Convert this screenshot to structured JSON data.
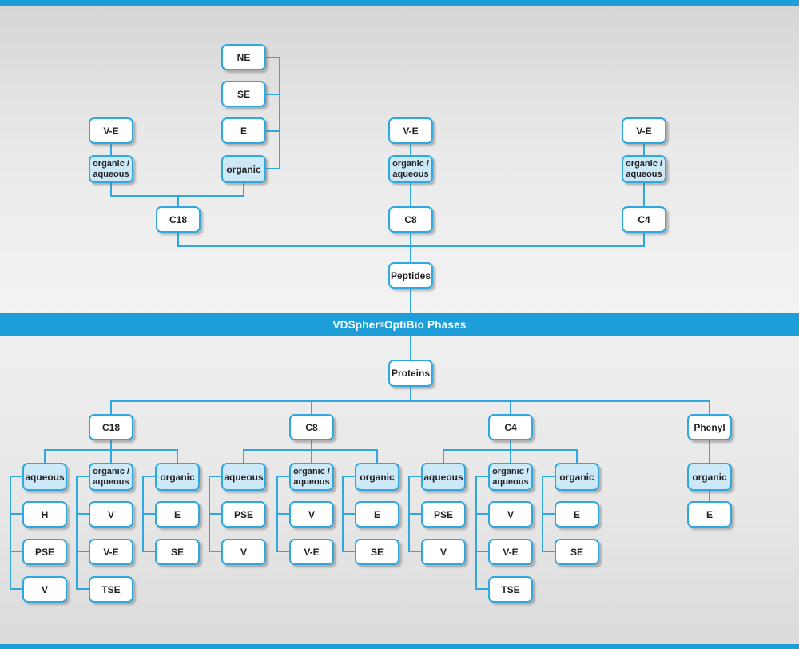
{
  "banner": {
    "brand": "VDSpher",
    "reg": "®",
    "rest": " OptiBio Phases",
    "color": "#1e9ed9"
  },
  "colors": {
    "line_blue": "#2fa8e0",
    "banner_blue": "#1e9ed9",
    "category_fill": "#cde9f8",
    "node_fill": "#ffffff",
    "text": "#231f20"
  },
  "top": {
    "peptides": "Peptides",
    "columns": {
      "c18": {
        "label": "C18",
        "ve": "V-E",
        "orgaq": "organic /\naqueous",
        "organic": "organic",
        "organic_sub": [
          "NE",
          "SE",
          "E"
        ]
      },
      "c8": {
        "label": "C8",
        "ve": "V-E",
        "orgaq": "organic /\naqueous"
      },
      "c4": {
        "label": "C4",
        "ve": "V-E",
        "orgaq": "organic /\naqueous"
      }
    }
  },
  "bottom": {
    "root": "Proteins",
    "branches": [
      {
        "label": "C18",
        "groups": [
          {
            "mode": "aqueous",
            "leaves": [
              "H",
              "PSE",
              "V"
            ]
          },
          {
            "mode": "organic /\naqueous",
            "leaves": [
              "V",
              "V-E",
              "TSE"
            ]
          },
          {
            "mode": "organic",
            "leaves": [
              "E",
              "SE"
            ]
          }
        ]
      },
      {
        "label": "C8",
        "groups": [
          {
            "mode": "aqueous",
            "leaves": [
              "PSE",
              "V"
            ]
          },
          {
            "mode": "organic /\naqueous",
            "leaves": [
              "V",
              "V-E"
            ]
          },
          {
            "mode": "organic",
            "leaves": [
              "E",
              "SE"
            ]
          }
        ]
      },
      {
        "label": "C4",
        "groups": [
          {
            "mode": "aqueous",
            "leaves": [
              "PSE",
              "V"
            ]
          },
          {
            "mode": "organic /\naqueous",
            "leaves": [
              "V",
              "V-E",
              "TSE"
            ]
          },
          {
            "mode": "organic",
            "leaves": [
              "E",
              "SE"
            ]
          }
        ]
      },
      {
        "label": "Phenyl",
        "groups": [
          {
            "mode": "organic",
            "leaves": [
              "E"
            ]
          }
        ]
      }
    ]
  }
}
